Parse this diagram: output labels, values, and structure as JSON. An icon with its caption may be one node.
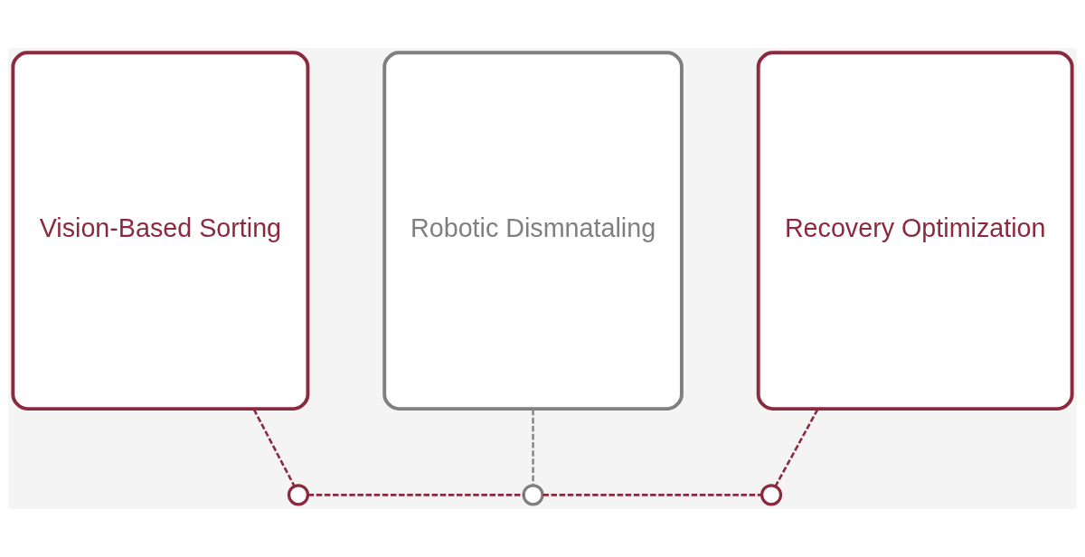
{
  "diagram": {
    "nodes": [
      {
        "text": [
          "Vision-Based Sorting"
        ]
      },
      {
        "text": [
          "Robotic Dismnataling"
        ]
      },
      {
        "text": [
          "Recovery Optimization"
        ]
      },
      {
        "text": [],
        "shape": "circle"
      },
      {
        "text": [],
        "shape": "circle"
      },
      {
        "text": [],
        "shape": "circle"
      }
    ],
    "edges": [
      {
        "from": 0,
        "to": 3,
        "arrow": "none",
        "style": "dashed"
      },
      {
        "from": 1,
        "to": 4,
        "arrow": "none",
        "style": "dashed",
        "color": "#8a8a8a"
      },
      {
        "from": 2,
        "to": 5,
        "arrow": "none",
        "style": "dashed"
      },
      {
        "from": 3,
        "to": 4,
        "arrow": "none",
        "style": "dashed"
      },
      {
        "from": 4,
        "to": 5,
        "arrow": "none",
        "style": "dashed"
      }
    ]
  }
}
